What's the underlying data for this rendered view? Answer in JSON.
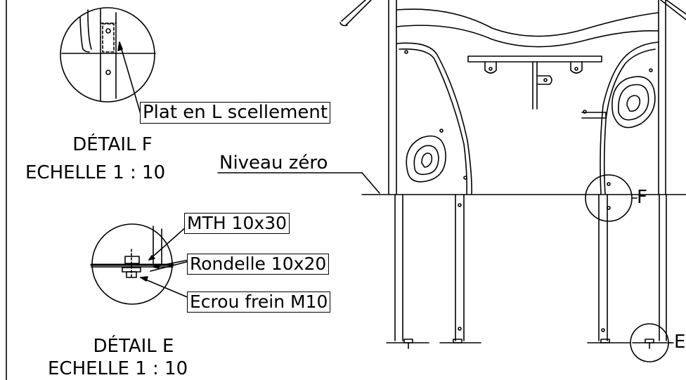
{
  "detail_f": {
    "callout": "Plat en L scellement",
    "title": "DÉTAIL F",
    "scale": "ECHELLE 1 : 10"
  },
  "detail_e": {
    "callout_screw": "MTH 10x30",
    "callout_washer": "Rondelle 10x20",
    "callout_nut": "Ecrou frein M10",
    "title": "DÉTAIL E",
    "scale": "ECHELLE 1 : 10"
  },
  "ground_label": "Niveau zéro",
  "marker_f": "F",
  "marker_e": "E",
  "colors": {
    "line": "#000000",
    "background": "#ffffff"
  }
}
